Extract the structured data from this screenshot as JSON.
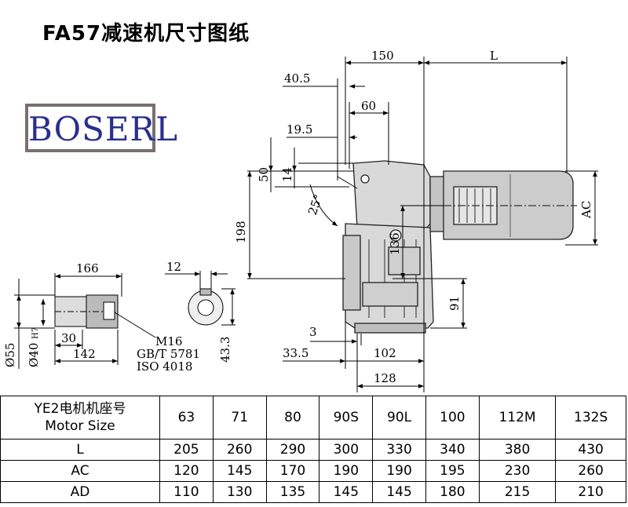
{
  "title": "FA57减速机尺寸图纸",
  "brand": "BOSERL",
  "dims": {
    "d150": "150",
    "dL": "L",
    "d40_5": "40.5",
    "d60": "60",
    "d19_5": "19.5",
    "d50": "50",
    "d14": "14",
    "d25": "25°",
    "dAC": "AC",
    "d198": "198",
    "d136": "136",
    "d91": "91",
    "d3": "3",
    "d33_5": "33.5",
    "d102": "102",
    "d128": "128",
    "d166": "166",
    "d12": "12",
    "d30": "30",
    "d142": "142",
    "dM16": "M16",
    "gb": "GB/T 5781",
    "iso": "ISO 4018",
    "d55": "Ø55",
    "d40h7": "Ø40",
    "h7": "H7",
    "d43_3": "43.3"
  },
  "table": {
    "header_cn": "YE2电机机座号",
    "header_en": "Motor Size",
    "sizes": [
      "63",
      "71",
      "80",
      "90S",
      "90L",
      "100",
      "112M",
      "132S"
    ],
    "rows": [
      {
        "label": "L",
        "values": [
          "205",
          "260",
          "290",
          "300",
          "330",
          "340",
          "380",
          "430"
        ]
      },
      {
        "label": "AC",
        "values": [
          "120",
          "145",
          "170",
          "190",
          "190",
          "195",
          "230",
          "260"
        ]
      },
      {
        "label": "AD",
        "values": [
          "110",
          "130",
          "135",
          "145",
          "145",
          "180",
          "215",
          "210"
        ]
      }
    ]
  }
}
